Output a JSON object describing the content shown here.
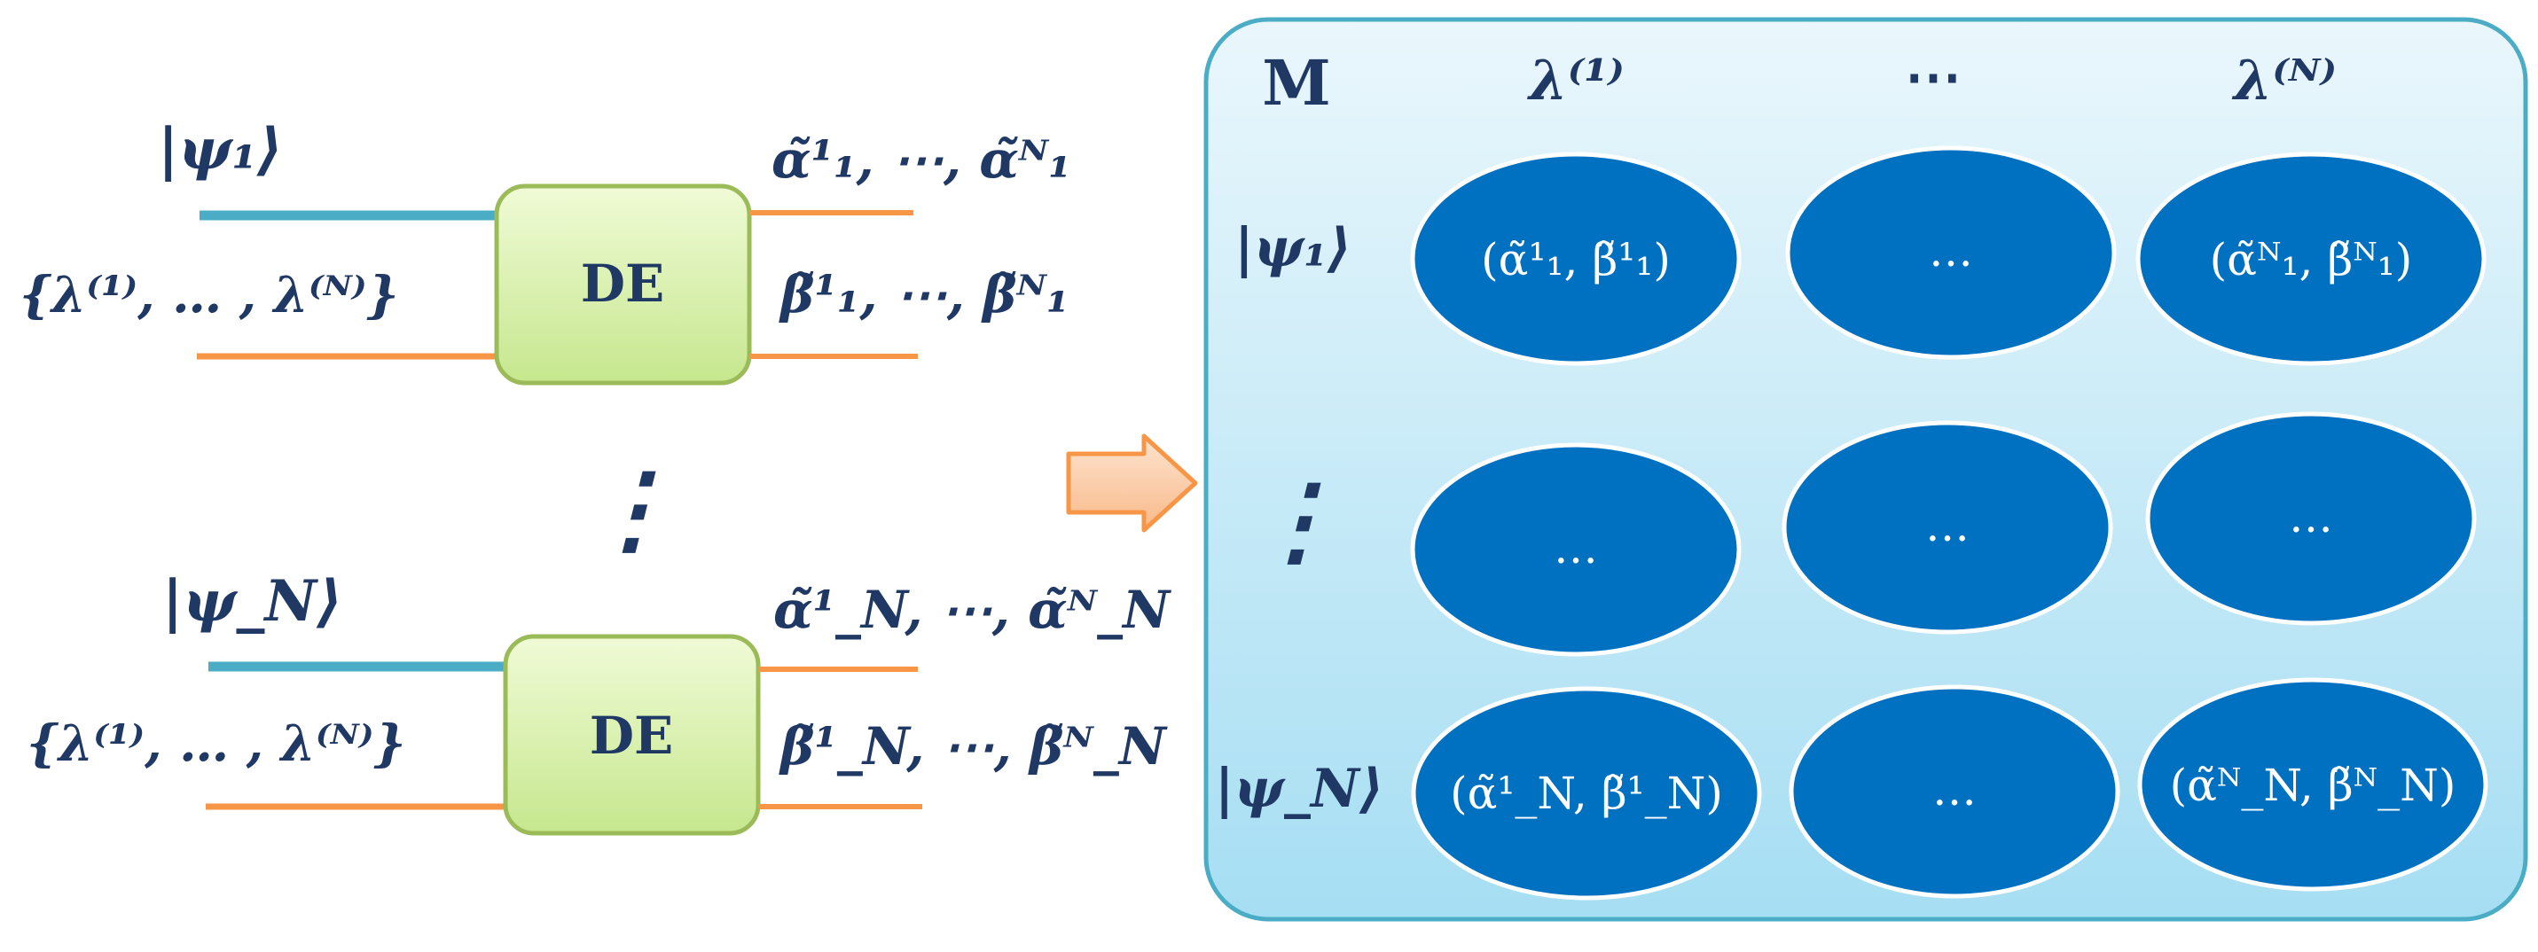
{
  "left": {
    "blocks": [
      {
        "input_state": "|ψ₁⟩",
        "param_set": "{λ⁽¹⁾, … , λ⁽ᴺ⁾}",
        "box_label": "DE",
        "alpha_out": "α̃¹₁, ⋯, α̃ᴺ₁",
        "beta_out": "β̃¹₁, ⋯, β̃ᴺ₁"
      },
      {
        "input_state": "|ψ_N⟩",
        "param_set": "{λ⁽¹⁾, … , λ⁽ᴺ⁾}",
        "box_label": "DE",
        "alpha_out": "α̃¹_N, ⋯, α̃ᴺ_N",
        "beta_out": "β̃¹_N, ⋯, β̃ᴺ_N"
      }
    ],
    "vertical_dots": "⋮"
  },
  "matrix": {
    "title": "M",
    "col_headers": [
      "λ⁽¹⁾",
      "⋯",
      "λ⁽ᴺ⁾"
    ],
    "row_headers": [
      "|ψ₁⟩",
      "⋮",
      "|ψ_N⟩"
    ],
    "cells": [
      [
        "(α̃¹₁, β̃¹₁)",
        "…",
        "(α̃ᴺ₁, β̃ᴺ₁)"
      ],
      [
        "…",
        "…",
        "…"
      ],
      [
        "(α̃¹_N, β̃¹_N)",
        "…",
        "(α̃ᴺ_N, β̃ᴺ_N)"
      ]
    ]
  },
  "colors": {
    "text": "#1f3864",
    "teal_line": "#4bacc6",
    "orange_line": "#f79646",
    "de_fill": "#d7f0a8",
    "de_border": "#9bbb59",
    "panel_fill_top": "#e8f6fb",
    "panel_fill_bottom": "#a9e0f4",
    "panel_border": "#4bacc6",
    "cell_fill": "#0070c0",
    "arrow_fill": "#fbd5b5",
    "arrow_border": "#f79646"
  }
}
